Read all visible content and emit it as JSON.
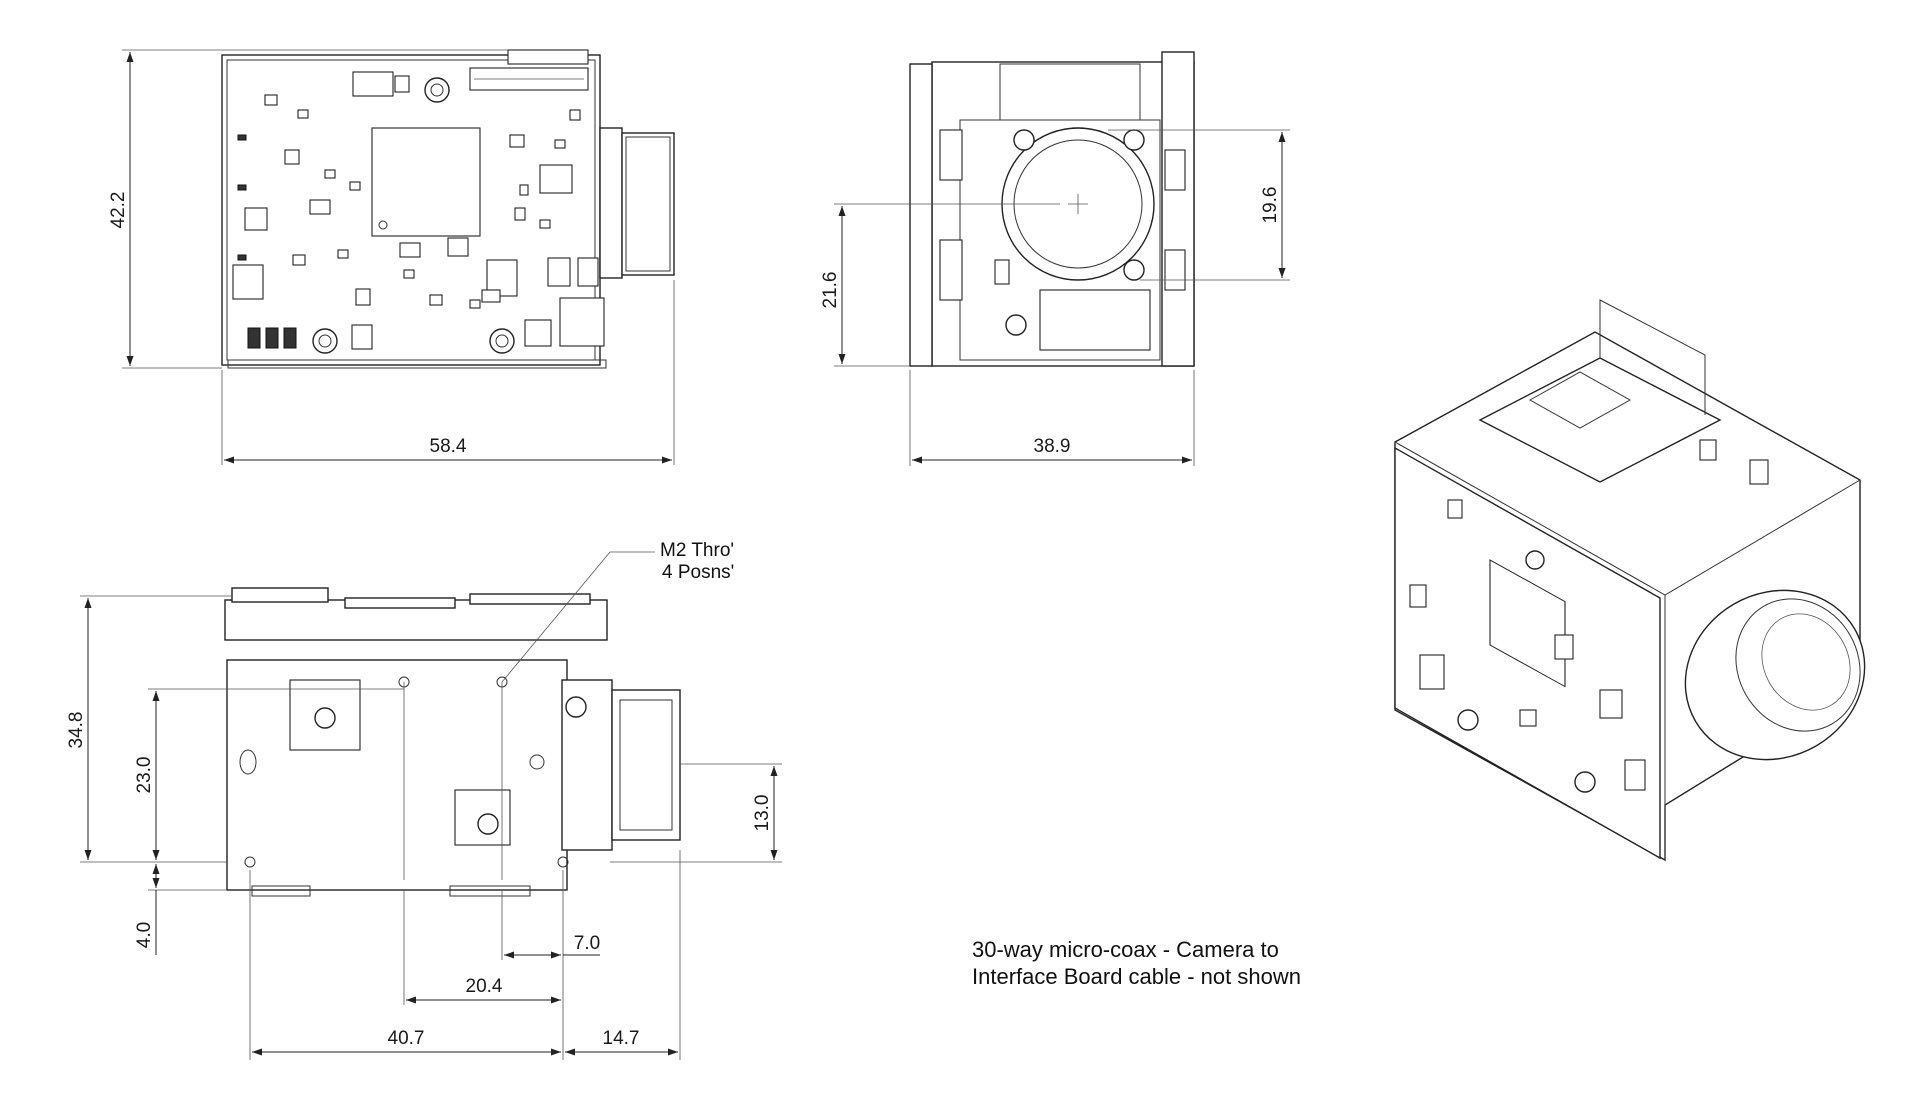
{
  "views": {
    "front": {
      "height_dim": "42.2",
      "width_dim": "58.4"
    },
    "side": {
      "lens_height_dim": "19.6",
      "axis_height_dim": "21.6",
      "width_dim": "38.9"
    },
    "bottom": {
      "height_dim": "34.8",
      "hole_height_dim": "23.0",
      "base_offset_dim": "4.0",
      "lens_dim": "13.0",
      "dim_7": "7.0",
      "dim_20": "20.4",
      "dim_40": "40.7",
      "dim_14": "14.7",
      "callout_line1": "M2 Thro'",
      "callout_line2": "4 Posns'"
    }
  },
  "note": {
    "line1": "30-way micro-coax - Camera to",
    "line2": "Interface Board cable - not shown"
  }
}
